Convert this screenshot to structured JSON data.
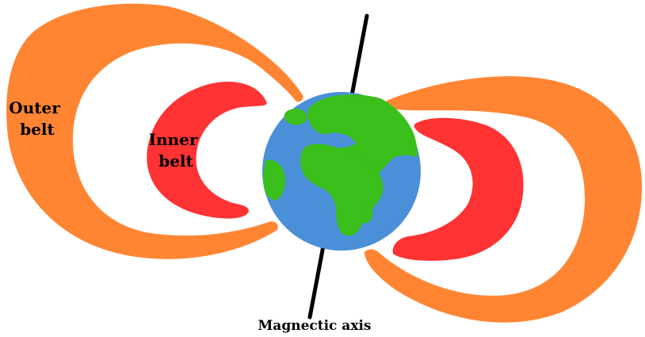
{
  "labels": {
    "outer_belt": [
      "Outer",
      "belt"
    ],
    "inner_belt": [
      "Inner",
      "belt"
    ],
    "axis": "Magnectic axis"
  },
  "colors": {
    "outer_belt": "#FF8533",
    "inner_belt": "#FF3333",
    "ocean": "#4A90D9",
    "land": "#3BBF1A",
    "axis": "#000000",
    "background": "#FFFFFF"
  },
  "icons": {
    "earth": "earth-globe",
    "axis": "magnetic-axis-line"
  }
}
